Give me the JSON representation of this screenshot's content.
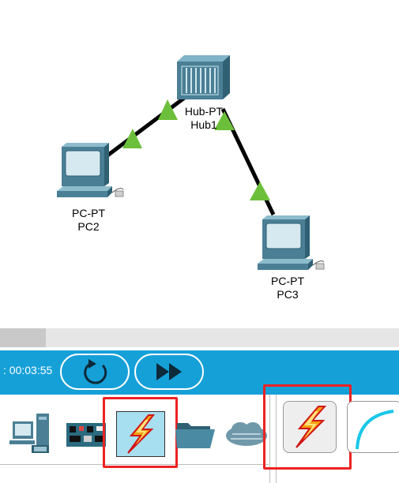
{
  "workspace": {
    "devices": [
      {
        "id": "hub1",
        "model": "Hub-PT",
        "name": "Hub1",
        "icon": "hub-icon"
      },
      {
        "id": "pc2",
        "model": "PC-PT",
        "name": "PC2",
        "icon": "pc-icon"
      },
      {
        "id": "pc3",
        "model": "PC-PT",
        "name": "PC3",
        "icon": "pc-icon"
      }
    ],
    "links": [
      {
        "from": "hub1",
        "to": "pc2",
        "status_color": "#6cbf3a"
      },
      {
        "from": "hub1",
        "to": "pc3",
        "status_color": "#6cbf3a"
      }
    ]
  },
  "realtime": {
    "time": ": 00:03:55",
    "buttons": [
      {
        "icon": "power-cycle-icon"
      },
      {
        "icon": "fast-forward-icon"
      }
    ]
  },
  "device_panel": {
    "categories": [
      {
        "icon": "end-devices-icon"
      },
      {
        "icon": "components-icon"
      },
      {
        "icon": "connections-icon",
        "selected": true
      },
      {
        "icon": "folder-icon"
      },
      {
        "icon": "wan-cloud-icon"
      }
    ],
    "connection_types": [
      {
        "icon": "automatic-connection-icon",
        "selected": true
      },
      {
        "icon": "console-cable-icon"
      }
    ]
  },
  "colors": {
    "accent_blue": "#16a0d8",
    "highlight_red": "#ec2222",
    "link_up": "#6cbf3a",
    "device_body": "#4a7f95"
  }
}
